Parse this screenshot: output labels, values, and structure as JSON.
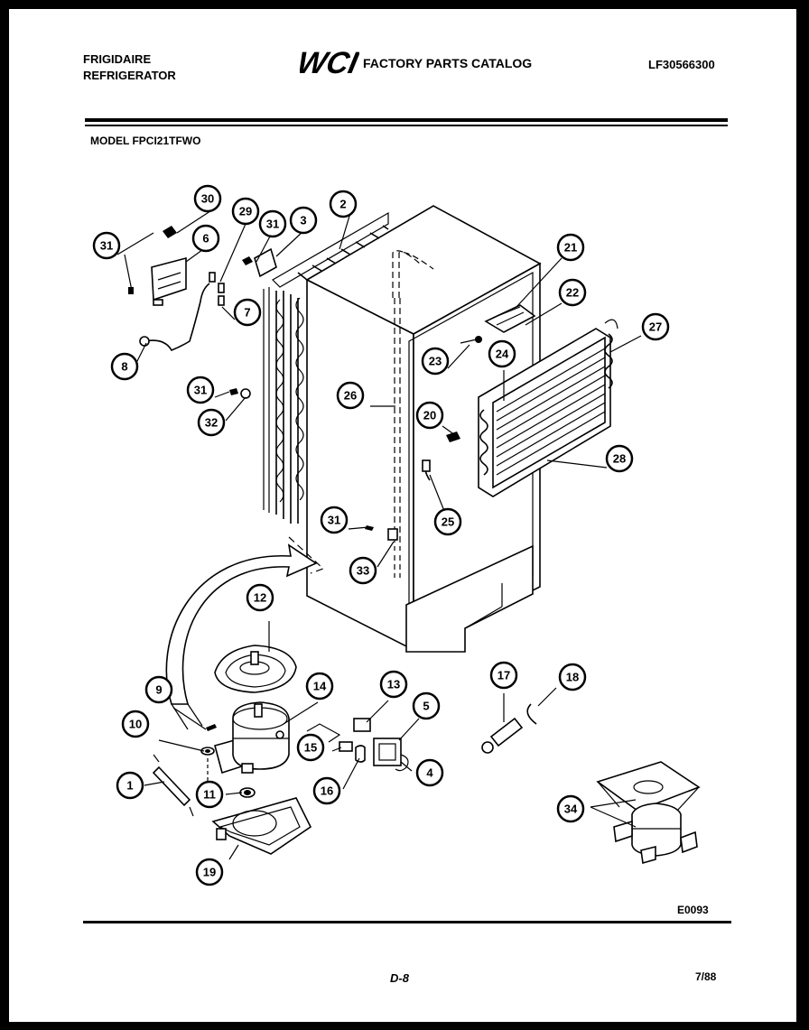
{
  "header": {
    "brand_line1": "FRIGIDAIRE",
    "brand_line2": "REFRIGERATOR",
    "logo_text": "WCI",
    "catalog_title": "FACTORY PARTS CATALOG",
    "catalog_number": "LF30566300"
  },
  "model_label": "MODEL FPCI21TFWO",
  "footer": {
    "diagram_code": "E0093",
    "page_number": "D-8",
    "date": "7/88"
  },
  "callouts": [
    "1",
    "2",
    "3",
    "4",
    "5",
    "6",
    "7",
    "8",
    "9",
    "10",
    "11",
    "12",
    "13",
    "14",
    "15",
    "16",
    "17",
    "18",
    "19",
    "20",
    "21",
    "22",
    "23",
    "24",
    "25",
    "26",
    "27",
    "28",
    "29",
    "30",
    "31",
    "31",
    "31",
    "31",
    "32",
    "33",
    "34"
  ]
}
